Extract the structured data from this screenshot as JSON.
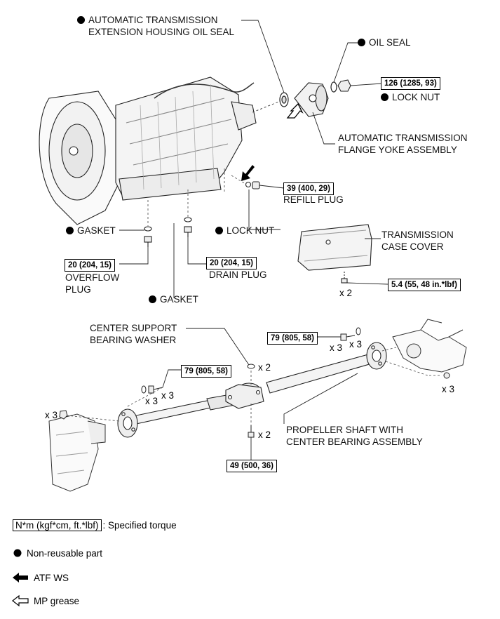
{
  "labels": {
    "ext_seal": [
      "AUTOMATIC TRANSMISSION",
      "EXTENSION HOUSING OIL SEAL"
    ],
    "oil_seal": "OIL SEAL",
    "lock_nut_top": "LOCK NUT",
    "flange": [
      "AUTOMATIC TRANSMISSION",
      "FLANGE YOKE ASSEMBLY"
    ],
    "refill_plug": "REFILL PLUG",
    "gasket_left": "GASKET",
    "lock_nut_mid": "LOCK NUT",
    "case_cover": [
      "TRANSMISSION",
      "CASE COVER"
    ],
    "overflow_plug": [
      "OVERFLOW",
      "PLUG"
    ],
    "drain_plug": "DRAIN PLUG",
    "gasket_bottom": "GASKET",
    "center_washer": [
      "CENTER SUPPORT",
      "BEARING WASHER"
    ],
    "propeller": [
      "PROPELLER SHAFT WITH",
      "CENTER BEARING ASSEMBLY"
    ]
  },
  "torques": {
    "lock_nut": "126 (1285, 93)",
    "refill": "39 (400, 29)",
    "overflow": "20 (204, 15)",
    "drain": "20 (204, 15)",
    "cover": "5.4 (55, 48 in.*lbf)",
    "front_bolt": "79 (805, 58)",
    "rear_bolt": "79 (805, 58)",
    "center_bolt": "49 (500, 36)"
  },
  "quantities": {
    "cover_bolts": "x 2",
    "washer": "x 2",
    "front_bolts_a": "x 3",
    "front_bolts_b": "x 3",
    "front_nuts": "x 3",
    "rear_bolts": "x 3",
    "rear_washers": "x 3",
    "rear_nuts": "x 3",
    "center_bolts": "x 2"
  },
  "legend": {
    "torque_box": "N*m (kgf*cm, ft.*lbf)",
    "torque_text": ": Specified torque",
    "non_reusable": "Non-reusable part",
    "atf": "ATF WS",
    "mp": "MP grease"
  },
  "icons": {
    "non_reusable": "filled-circle-icon",
    "atf": "filled-arrow-icon",
    "mp": "outline-arrow-icon"
  }
}
